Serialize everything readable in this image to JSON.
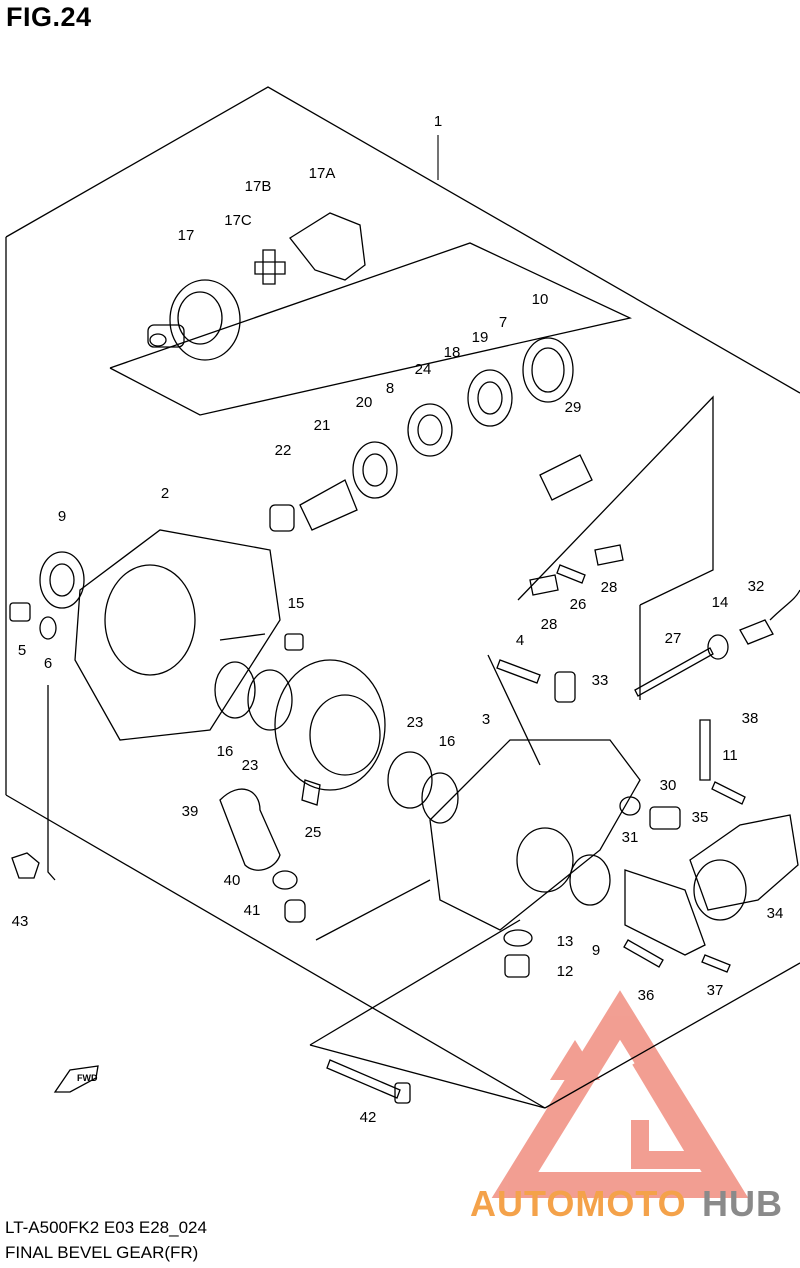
{
  "figure": {
    "title": "FIG.24"
  },
  "footer": {
    "model_code": "LT-A500FK2 E03 E28_024",
    "caption": "FINAL BEVEL GEAR(FR)"
  },
  "direction_marker": {
    "label": "FWD"
  },
  "watermark": {
    "text_orange": "AUTOMOTO",
    "text_gray": "HUB",
    "color_primary": "#e8503a",
    "color_orange": "#f4a24a",
    "color_gray": "#8a8a8a"
  },
  "callouts": [
    "1",
    "17B",
    "17A",
    "17C",
    "17",
    "10",
    "7",
    "19",
    "18",
    "24",
    "8",
    "20",
    "21",
    "22",
    "29",
    "2",
    "9",
    "15",
    "5",
    "6",
    "28",
    "26",
    "28",
    "14",
    "32",
    "27",
    "4",
    "33",
    "38",
    "3",
    "23",
    "16",
    "16",
    "23",
    "11",
    "30",
    "39",
    "25",
    "31",
    "35",
    "40",
    "41",
    "34",
    "13",
    "9",
    "12",
    "43",
    "36",
    "37",
    "42"
  ]
}
